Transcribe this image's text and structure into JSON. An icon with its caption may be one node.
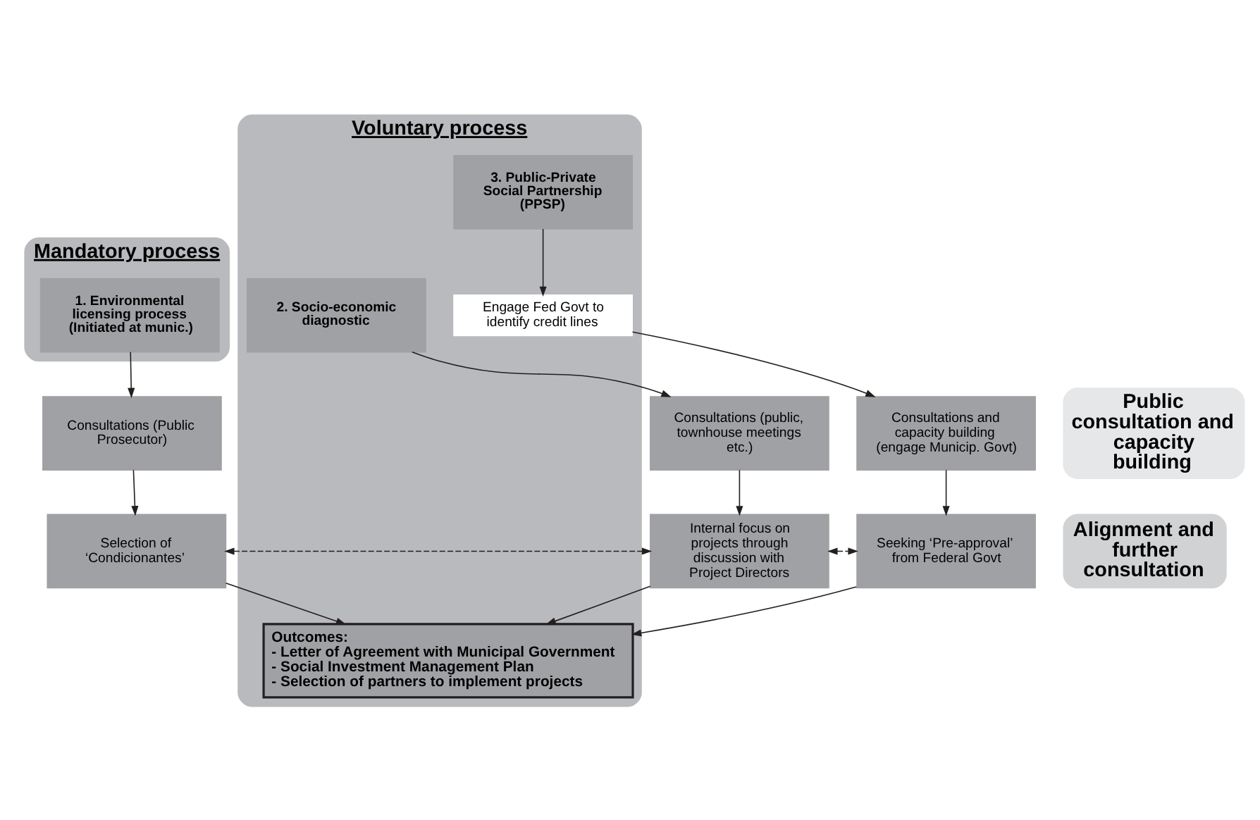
{
  "diagram": {
    "nodes": [
      {
        "text": [
          "Mandatory process"
        ]
      },
      {
        "text": [
          "Voluntary process"
        ]
      },
      {
        "text": [
          "1. Environmental licensing process (Initiated at munic.)"
        ],
        "in": 0
      },
      {
        "text": [
          "2. Socio-economic diagnostic"
        ],
        "in": 1
      },
      {
        "text": [
          "3. Public-Private Social Partnership (PPSP)"
        ],
        "in": 1
      },
      {
        "text": [
          "Engage Fed Govt to identify credit lines"
        ],
        "in": 1
      },
      {
        "text": [
          "Public consultation and capacity building"
        ]
      },
      {
        "text": [
          "Consultations (Public Prosecutor)"
        ]
      },
      {
        "text": [
          "Consultations (public, townhouse meetings etc.)"
        ]
      },
      {
        "text": [
          "Consultations and capacity building (engage Municip. Govt)"
        ]
      },
      {
        "text": [
          "Alignment and further consultation"
        ]
      },
      {
        "text": [
          "Selection of ‘Condicionantes’"
        ]
      },
      {
        "text": [
          "Internal focus on projects through discussion with Project Directors"
        ]
      },
      {
        "text": [
          "Seeking ‘Pre-approval’ from Federal Govt"
        ]
      },
      {
        "text": [
          "Outcomes:",
          "- Letter of Agreement with Municipal Government",
          "- Social Investment Management Plan",
          "- Selection of partners to implement projects"
        ],
        "in": 1
      }
    ],
    "edges": [
      {
        "from": 2,
        "to": 7,
        "arrow": "to"
      },
      {
        "from": 3,
        "to": 8,
        "arrow": "to"
      },
      {
        "from": 4,
        "to": 5,
        "arrow": "to"
      },
      {
        "from": 5,
        "to": 9,
        "arrow": "to"
      },
      {
        "from": 7,
        "to": 11,
        "arrow": "to"
      },
      {
        "from": 8,
        "to": 12,
        "arrow": "to"
      },
      {
        "from": 9,
        "to": 13,
        "arrow": "to"
      },
      {
        "from": 11,
        "to": 12,
        "arrow": "both",
        "style": "dashed"
      },
      {
        "from": 12,
        "to": 13,
        "arrow": "both",
        "style": "dashed"
      },
      {
        "from": 12,
        "to": 14,
        "arrow": "to"
      },
      {
        "from": 13,
        "to": 14,
        "arrow": "to"
      },
      {
        "from": 11,
        "to": 14,
        "arrow": "to"
      }
    ]
  }
}
